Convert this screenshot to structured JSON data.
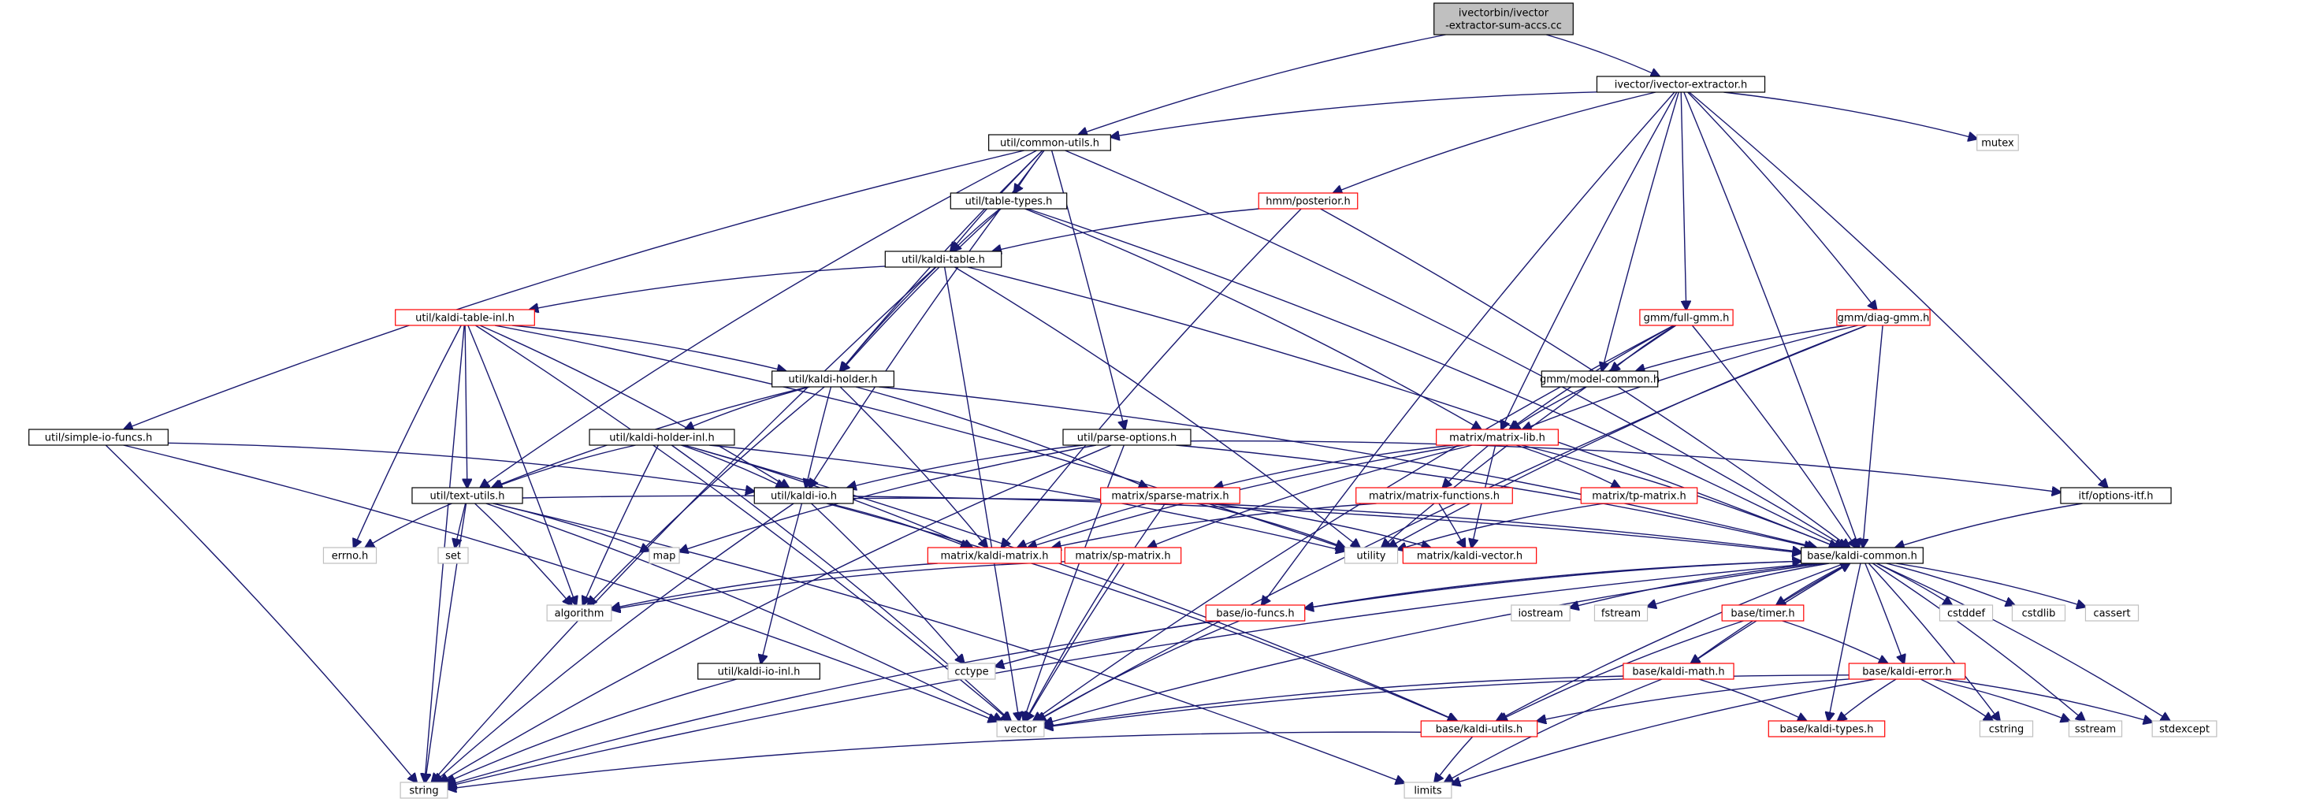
{
  "colors": {
    "root_fill": "#c0c0c0",
    "root_border": "#000000",
    "local_border": "#000000",
    "truncated_border": "#ff0000",
    "system_border": "#bfbfbf",
    "edge": "#191970"
  },
  "nodes": [
    {
      "id": "root",
      "label": "ivectorbin/ivector\n-extractor-sum-accs.cc",
      "kind": "root"
    },
    {
      "id": "ivector_extractor",
      "label": "ivector/ivector-extractor.h",
      "kind": "local"
    },
    {
      "id": "common_utils",
      "label": "util/common-utils.h",
      "kind": "local"
    },
    {
      "id": "mutex",
      "label": "mutex",
      "kind": "system"
    },
    {
      "id": "table_types",
      "label": "util/table-types.h",
      "kind": "local"
    },
    {
      "id": "posterior",
      "label": "hmm/posterior.h",
      "kind": "truncated"
    },
    {
      "id": "kaldi_table",
      "label": "util/kaldi-table.h",
      "kind": "local"
    },
    {
      "id": "kaldi_table_inl",
      "label": "util/kaldi-table-inl.h",
      "kind": "truncated"
    },
    {
      "id": "full_gmm",
      "label": "gmm/full-gmm.h",
      "kind": "truncated"
    },
    {
      "id": "diag_gmm",
      "label": "gmm/diag-gmm.h",
      "kind": "truncated"
    },
    {
      "id": "kaldi_holder",
      "label": "util/kaldi-holder.h",
      "kind": "local"
    },
    {
      "id": "model_common",
      "label": "gmm/model-common.h",
      "kind": "local"
    },
    {
      "id": "simple_io",
      "label": "util/simple-io-funcs.h",
      "kind": "local"
    },
    {
      "id": "kaldi_holder_inl",
      "label": "util/kaldi-holder-inl.h",
      "kind": "local"
    },
    {
      "id": "parse_options",
      "label": "util/parse-options.h",
      "kind": "local"
    },
    {
      "id": "matrix_lib",
      "label": "matrix/matrix-lib.h",
      "kind": "truncated"
    },
    {
      "id": "text_utils",
      "label": "util/text-utils.h",
      "kind": "local"
    },
    {
      "id": "kaldi_io",
      "label": "util/kaldi-io.h",
      "kind": "local"
    },
    {
      "id": "sparse_matrix",
      "label": "matrix/sparse-matrix.h",
      "kind": "truncated"
    },
    {
      "id": "matrix_functions",
      "label": "matrix/matrix-functions.h",
      "kind": "truncated"
    },
    {
      "id": "tp_matrix",
      "label": "matrix/tp-matrix.h",
      "kind": "truncated"
    },
    {
      "id": "options_itf",
      "label": "itf/options-itf.h",
      "kind": "local"
    },
    {
      "id": "errno",
      "label": "errno.h",
      "kind": "system"
    },
    {
      "id": "set",
      "label": "set",
      "kind": "system"
    },
    {
      "id": "map",
      "label": "map",
      "kind": "system"
    },
    {
      "id": "kaldi_matrix",
      "label": "matrix/kaldi-matrix.h",
      "kind": "truncated"
    },
    {
      "id": "sp_matrix",
      "label": "matrix/sp-matrix.h",
      "kind": "truncated"
    },
    {
      "id": "utility",
      "label": "utility",
      "kind": "system"
    },
    {
      "id": "kaldi_vector",
      "label": "matrix/kaldi-vector.h",
      "kind": "truncated"
    },
    {
      "id": "kaldi_common",
      "label": "base/kaldi-common.h",
      "kind": "local"
    },
    {
      "id": "algorithm",
      "label": "algorithm",
      "kind": "system"
    },
    {
      "id": "io_funcs",
      "label": "base/io-funcs.h",
      "kind": "truncated"
    },
    {
      "id": "iostream",
      "label": "iostream",
      "kind": "system"
    },
    {
      "id": "fstream",
      "label": "fstream",
      "kind": "system"
    },
    {
      "id": "timer",
      "label": "base/timer.h",
      "kind": "truncated"
    },
    {
      "id": "cstddef",
      "label": "cstddef",
      "kind": "system"
    },
    {
      "id": "cstdlib",
      "label": "cstdlib",
      "kind": "system"
    },
    {
      "id": "cassert",
      "label": "cassert",
      "kind": "system"
    },
    {
      "id": "cctype",
      "label": "cctype",
      "kind": "system"
    },
    {
      "id": "kaldi_io_inl",
      "label": "util/kaldi-io-inl.h",
      "kind": "local"
    },
    {
      "id": "kaldi_math",
      "label": "base/kaldi-math.h",
      "kind": "truncated"
    },
    {
      "id": "kaldi_error",
      "label": "base/kaldi-error.h",
      "kind": "truncated"
    },
    {
      "id": "vector",
      "label": "vector",
      "kind": "system"
    },
    {
      "id": "kaldi_utils",
      "label": "base/kaldi-utils.h",
      "kind": "truncated"
    },
    {
      "id": "kaldi_types",
      "label": "base/kaldi-types.h",
      "kind": "truncated"
    },
    {
      "id": "cstring",
      "label": "cstring",
      "kind": "system"
    },
    {
      "id": "sstream",
      "label": "sstream",
      "kind": "system"
    },
    {
      "id": "stdexcept",
      "label": "stdexcept",
      "kind": "system"
    },
    {
      "id": "string",
      "label": "string",
      "kind": "system"
    },
    {
      "id": "limits",
      "label": "limits",
      "kind": "system"
    }
  ],
  "edges": [
    [
      "root",
      "ivector_extractor"
    ],
    [
      "root",
      "common_utils"
    ],
    [
      "ivector_extractor",
      "common_utils"
    ],
    [
      "ivector_extractor",
      "mutex"
    ],
    [
      "ivector_extractor",
      "posterior"
    ],
    [
      "ivector_extractor",
      "full_gmm"
    ],
    [
      "ivector_extractor",
      "diag_gmm"
    ],
    [
      "ivector_extractor",
      "model_common"
    ],
    [
      "ivector_extractor",
      "matrix_lib"
    ],
    [
      "ivector_extractor",
      "options_itf"
    ],
    [
      "ivector_extractor",
      "kaldi_common"
    ],
    [
      "ivector_extractor",
      "io_funcs"
    ],
    [
      "common_utils",
      "table_types"
    ],
    [
      "common_utils",
      "kaldi_table"
    ],
    [
      "common_utils",
      "kaldi_holder"
    ],
    [
      "common_utils",
      "simple_io"
    ],
    [
      "common_utils",
      "parse_options"
    ],
    [
      "common_utils",
      "text_utils"
    ],
    [
      "common_utils",
      "kaldi_common"
    ],
    [
      "common_utils",
      "kaldi_io"
    ],
    [
      "table_types",
      "kaldi_table"
    ],
    [
      "table_types",
      "kaldi_holder"
    ],
    [
      "table_types",
      "matrix_lib"
    ],
    [
      "table_types",
      "kaldi_common"
    ],
    [
      "posterior",
      "kaldi_table"
    ],
    [
      "posterior",
      "kaldi_common"
    ],
    [
      "posterior",
      "kaldi_matrix"
    ],
    [
      "kaldi_table",
      "kaldi_table_inl"
    ],
    [
      "kaldi_table",
      "kaldi_holder"
    ],
    [
      "kaldi_table",
      "string"
    ],
    [
      "kaldi_table",
      "vector"
    ],
    [
      "kaldi_table",
      "utility"
    ],
    [
      "kaldi_table",
      "kaldi_common"
    ],
    [
      "kaldi_table_inl",
      "kaldi_holder"
    ],
    [
      "kaldi_table_inl",
      "text_utils"
    ],
    [
      "kaldi_table_inl",
      "kaldi_io"
    ],
    [
      "kaldi_table_inl",
      "algorithm"
    ],
    [
      "kaldi_table_inl",
      "string"
    ],
    [
      "kaldi_table_inl",
      "vector"
    ],
    [
      "kaldi_table_inl",
      "errno"
    ],
    [
      "kaldi_table_inl",
      "utility"
    ],
    [
      "full_gmm",
      "model_common"
    ],
    [
      "full_gmm",
      "matrix_lib"
    ],
    [
      "full_gmm",
      "kaldi_common"
    ],
    [
      "full_gmm",
      "utility"
    ],
    [
      "full_gmm",
      "vector"
    ],
    [
      "diag_gmm",
      "model_common"
    ],
    [
      "diag_gmm",
      "matrix_lib"
    ],
    [
      "diag_gmm",
      "kaldi_common"
    ],
    [
      "diag_gmm",
      "utility"
    ],
    [
      "diag_gmm",
      "vector"
    ],
    [
      "kaldi_holder",
      "kaldi_holder_inl"
    ],
    [
      "kaldi_holder",
      "kaldi_io"
    ],
    [
      "kaldi_holder",
      "text_utils"
    ],
    [
      "kaldi_holder",
      "algorithm"
    ],
    [
      "kaldi_holder",
      "kaldi_matrix"
    ],
    [
      "kaldi_holder",
      "sparse_matrix"
    ],
    [
      "kaldi_holder",
      "kaldi_common"
    ],
    [
      "model_common",
      "matrix_lib"
    ],
    [
      "simple_io",
      "kaldi_io"
    ],
    [
      "simple_io",
      "string"
    ],
    [
      "simple_io",
      "vector"
    ],
    [
      "kaldi_holder_inl",
      "text_utils"
    ],
    [
      "kaldi_holder_inl",
      "kaldi_io"
    ],
    [
      "kaldi_holder_inl",
      "algorithm"
    ],
    [
      "kaldi_holder_inl",
      "vector"
    ],
    [
      "kaldi_holder_inl",
      "kaldi_matrix"
    ],
    [
      "kaldi_holder_inl",
      "kaldi_utils"
    ],
    [
      "kaldi_holder_inl",
      "utility"
    ],
    [
      "parse_options",
      "kaldi_io"
    ],
    [
      "parse_options",
      "options_itf"
    ],
    [
      "parse_options",
      "map"
    ],
    [
      "parse_options",
      "string"
    ],
    [
      "parse_options",
      "vector"
    ],
    [
      "parse_options",
      "kaldi_common"
    ],
    [
      "matrix_lib",
      "kaldi_matrix"
    ],
    [
      "matrix_lib",
      "kaldi_vector"
    ],
    [
      "matrix_lib",
      "sparse_matrix"
    ],
    [
      "matrix_lib",
      "sp_matrix"
    ],
    [
      "matrix_lib",
      "matrix_functions"
    ],
    [
      "matrix_lib",
      "tp_matrix"
    ],
    [
      "matrix_lib",
      "kaldi_common"
    ],
    [
      "text_utils",
      "errno"
    ],
    [
      "text_utils",
      "set"
    ],
    [
      "text_utils",
      "map"
    ],
    [
      "text_utils",
      "algorithm"
    ],
    [
      "text_utils",
      "string"
    ],
    [
      "text_utils",
      "vector"
    ],
    [
      "text_utils",
      "limits"
    ],
    [
      "text_utils",
      "kaldi_common"
    ],
    [
      "kaldi_io",
      "kaldi_io_inl"
    ],
    [
      "kaldi_io",
      "cctype"
    ],
    [
      "kaldi_io",
      "string"
    ],
    [
      "kaldi_io",
      "kaldi_common"
    ],
    [
      "kaldi_io",
      "kaldi_matrix"
    ],
    [
      "kaldi_io",
      "kaldi_utils"
    ],
    [
      "sparse_matrix",
      "kaldi_matrix"
    ],
    [
      "sparse_matrix",
      "kaldi_vector"
    ],
    [
      "sparse_matrix",
      "utility"
    ],
    [
      "sparse_matrix",
      "vector"
    ],
    [
      "matrix_functions",
      "kaldi_matrix"
    ],
    [
      "matrix_functions",
      "kaldi_vector"
    ],
    [
      "tp_matrix",
      "utility"
    ],
    [
      "options_itf",
      "kaldi_common"
    ],
    [
      "kaldi_matrix",
      "algorithm"
    ],
    [
      "sp_matrix",
      "algorithm"
    ],
    [
      "sp_matrix",
      "vector"
    ],
    [
      "kaldi_common",
      "io_funcs"
    ],
    [
      "kaldi_common",
      "iostream"
    ],
    [
      "kaldi_common",
      "fstream"
    ],
    [
      "kaldi_common",
      "timer"
    ],
    [
      "kaldi_common",
      "cstddef"
    ],
    [
      "kaldi_common",
      "cstdlib"
    ],
    [
      "kaldi_common",
      "cassert"
    ],
    [
      "kaldi_common",
      "cstring"
    ],
    [
      "kaldi_common",
      "sstream"
    ],
    [
      "kaldi_common",
      "stdexcept"
    ],
    [
      "kaldi_common",
      "string"
    ],
    [
      "kaldi_common",
      "vector"
    ],
    [
      "kaldi_common",
      "kaldi_math"
    ],
    [
      "kaldi_common",
      "kaldi_error"
    ],
    [
      "kaldi_common",
      "kaldi_types"
    ],
    [
      "kaldi_common",
      "kaldi_utils"
    ],
    [
      "io_funcs",
      "cctype"
    ],
    [
      "io_funcs",
      "vector"
    ],
    [
      "io_funcs",
      "string"
    ],
    [
      "io_funcs",
      "kaldi_common"
    ],
    [
      "timer",
      "kaldi_error"
    ],
    [
      "timer",
      "kaldi_utils"
    ],
    [
      "kaldi_io_inl",
      "string"
    ],
    [
      "kaldi_math",
      "kaldi_types"
    ],
    [
      "kaldi_math",
      "vector"
    ],
    [
      "kaldi_math",
      "limits"
    ],
    [
      "kaldi_math",
      "kaldi_common"
    ],
    [
      "kaldi_error",
      "kaldi_types"
    ],
    [
      "kaldi_error",
      "kaldi_utils"
    ],
    [
      "kaldi_error",
      "vector"
    ],
    [
      "kaldi_error",
      "cstring"
    ],
    [
      "kaldi_error",
      "sstream"
    ],
    [
      "kaldi_error",
      "stdexcept"
    ],
    [
      "kaldi_error",
      "limits"
    ],
    [
      "kaldi_utils",
      "string"
    ],
    [
      "kaldi_utils",
      "limits"
    ]
  ]
}
